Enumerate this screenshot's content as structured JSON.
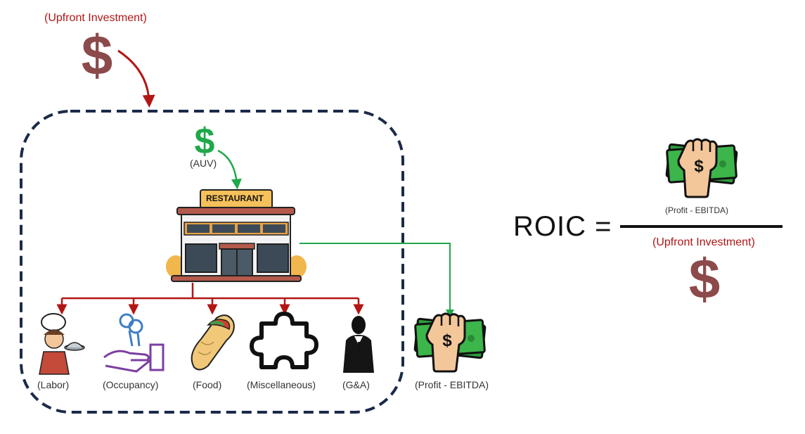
{
  "top": {
    "investment_label": "(Upfront Investment)"
  },
  "box": {
    "auv_label": "(AUV)",
    "restaurant_sign": "RESTAURANT",
    "costs": [
      {
        "label": "(Labor)",
        "icon": "chef-icon"
      },
      {
        "label": "(Occupancy)",
        "icon": "keys-hand-icon"
      },
      {
        "label": "(Food)",
        "icon": "burrito-icon"
      },
      {
        "label": "(Miscellaneous)",
        "icon": "puzzle-piece-icon"
      },
      {
        "label": "(G&A)",
        "icon": "businessman-icon"
      }
    ]
  },
  "profit_label": "(Profit - EBITDA)",
  "formula": {
    "lhs": "ROIC =",
    "numerator_label": "(Profit - EBITDA)",
    "denominator_label": "(Upfront Investment)"
  },
  "colors": {
    "investment_dollar": "#8c4a4a",
    "green_dollar": "#1fa84a",
    "red_arrow": "#b31515",
    "green_arrow": "#20a84a",
    "box_border": "#1b2a48"
  }
}
